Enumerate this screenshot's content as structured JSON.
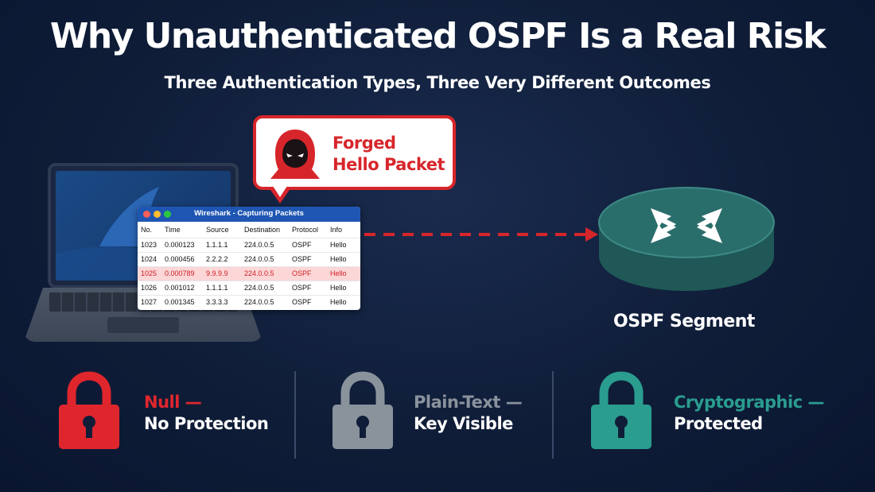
{
  "header": {
    "title": "Why Unauthenticated OSPF Is a Real Risk",
    "subtitle": "Three Authentication Types, Three Very Different Outcomes"
  },
  "bubble": {
    "line1": "Forged",
    "line2": "Hello Packet",
    "icon": "hooded-hacker-icon"
  },
  "wireshark": {
    "title": "Wireshark - Capturing Packets",
    "columns": [
      "No.",
      "Time",
      "Source",
      "Destination",
      "Protocol",
      "Info"
    ],
    "rows": [
      {
        "no": "1023",
        "time": "0.000123",
        "source": "1.1.1.1",
        "destination": "224.0.0.5",
        "protocol": "OSPF",
        "info": "Hello",
        "forged": false
      },
      {
        "no": "1024",
        "time": "0.000456",
        "source": "2.2.2.2",
        "destination": "224.0.0.5",
        "protocol": "OSPF",
        "info": "Hello",
        "forged": false
      },
      {
        "no": "1025",
        "time": "0.000789",
        "source": "9.9.9.9",
        "destination": "224.0.0.5",
        "protocol": "OSPF",
        "info": "Hello",
        "forged": true
      },
      {
        "no": "1026",
        "time": "0.001012",
        "source": "1.1.1.1",
        "destination": "224.0.0.5",
        "protocol": "OSPF",
        "info": "Hello",
        "forged": false
      },
      {
        "no": "1027",
        "time": "0.001345",
        "source": "3.3.3.3",
        "destination": "224.0.0.5",
        "protocol": "OSPF",
        "info": "Hello",
        "forged": false
      }
    ]
  },
  "router": {
    "label": "OSPF Segment",
    "icon": "router-icon"
  },
  "auth_types": [
    {
      "title": "Null —",
      "desc": "No Protection",
      "color": "#e0262d",
      "icon": "padlock-icon"
    },
    {
      "title": "Plain-Text —",
      "desc": "Key Visible",
      "color": "#8a929c",
      "icon": "padlock-icon"
    },
    {
      "title": "Cryptographic —",
      "desc": "Protected",
      "color": "#2a9d8f",
      "icon": "padlock-icon"
    }
  ],
  "colors": {
    "background": "#0f1d38",
    "alert_red": "#d7262b",
    "router_teal": "#2a6e6c",
    "wireshark_blue": "#1f56b3"
  }
}
